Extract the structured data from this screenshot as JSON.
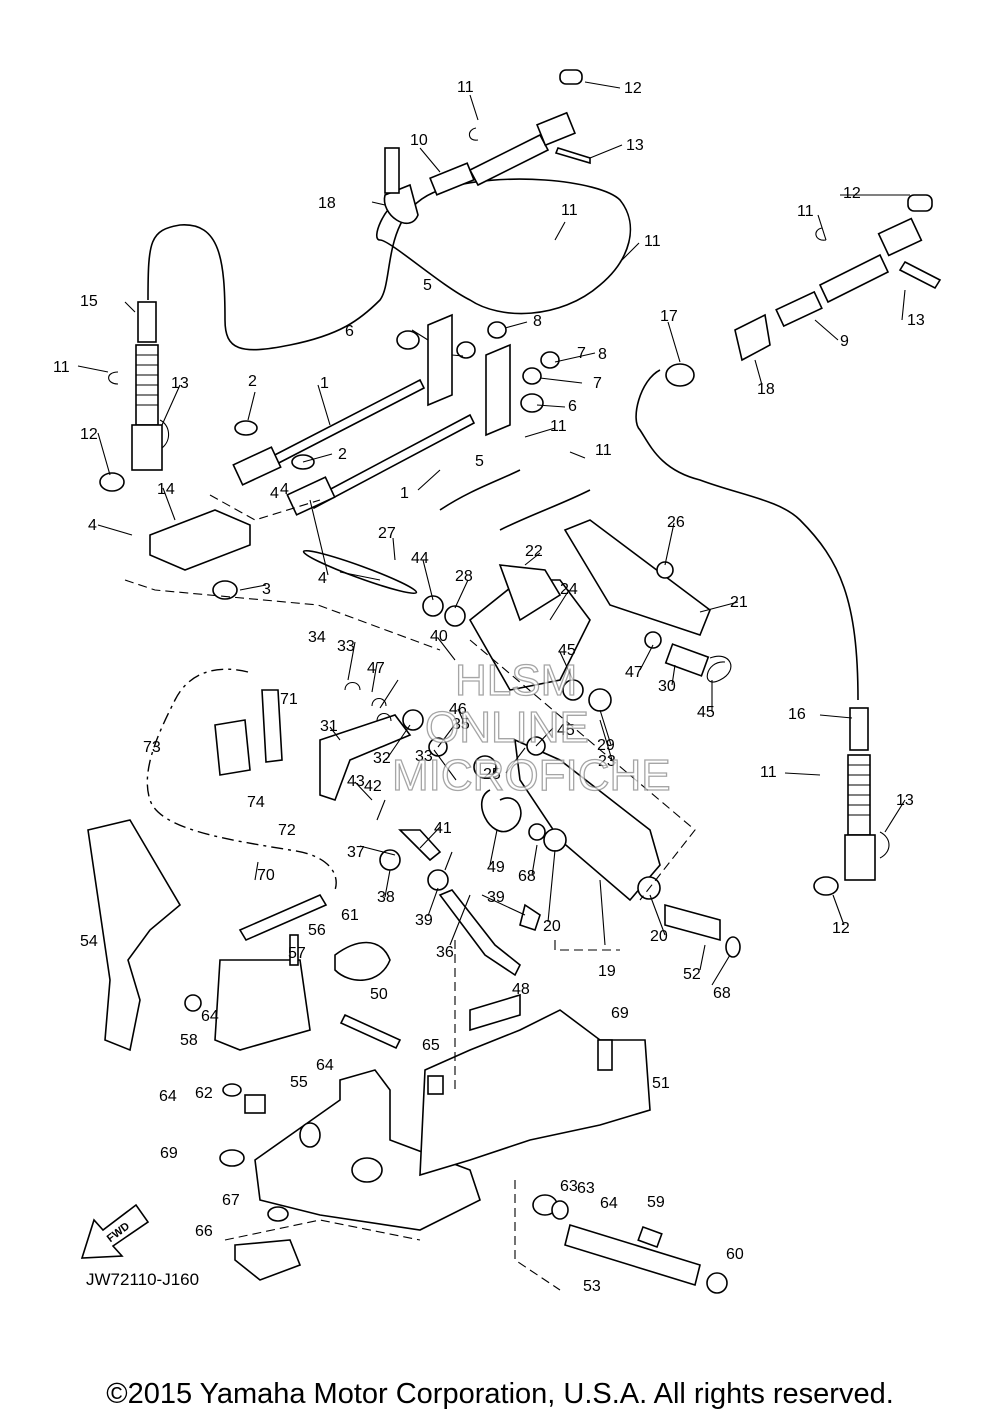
{
  "diagram": {
    "part_code": "JW72110-J160",
    "copyright": "©2015 Yamaha Motor Corporation, U.S.A. All rights reserved.",
    "fwd_label": "FWD",
    "watermark": [
      "HLSM",
      "ONLINE",
      "MICROFICHE"
    ],
    "callouts": [
      "1",
      "1",
      "2",
      "2",
      "3",
      "4",
      "4",
      "4",
      "4",
      "5",
      "5",
      "6",
      "6",
      "7",
      "7",
      "8",
      "8",
      "9",
      "10",
      "11",
      "11",
      "11",
      "11",
      "11",
      "11",
      "11",
      "11",
      "12",
      "12",
      "12",
      "12",
      "13",
      "13",
      "13",
      "13",
      "14",
      "15",
      "16",
      "17",
      "18",
      "18",
      "19",
      "20",
      "20",
      "21",
      "22",
      "23",
      "24",
      "25",
      "26",
      "27",
      "28",
      "29",
      "30",
      "31",
      "32",
      "33",
      "33",
      "34",
      "35",
      "36",
      "37",
      "38",
      "39",
      "39",
      "40",
      "41",
      "42",
      "43",
      "44",
      "45",
      "45",
      "45",
      "46",
      "47",
      "47",
      "48",
      "49",
      "50",
      "51",
      "52",
      "53",
      "54",
      "55",
      "56",
      "57",
      "58",
      "59",
      "60",
      "61",
      "62",
      "63",
      "63",
      "64",
      "64",
      "64",
      "64",
      "65",
      "66",
      "67",
      "68",
      "68",
      "69",
      "69",
      "70",
      "71",
      "72",
      "73",
      "74"
    ],
    "colors": {
      "line": "#000000",
      "background": "#ffffff",
      "watermark": "#888888"
    }
  }
}
